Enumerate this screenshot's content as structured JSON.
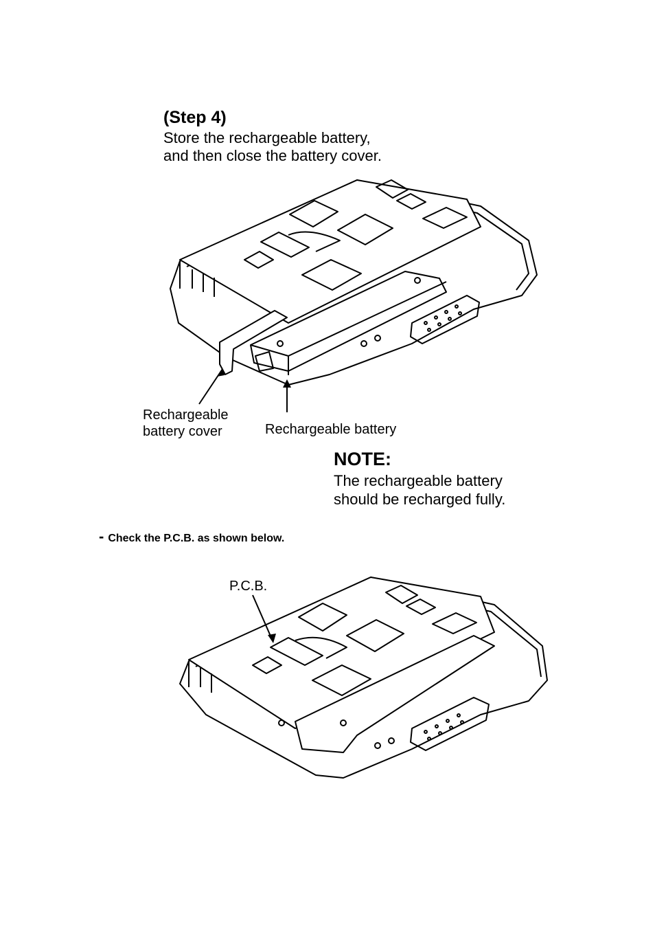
{
  "step": {
    "title": "(Step 4)",
    "line1": "Store the rechargeable battery,",
    "line2": "and then close the battery cover."
  },
  "figure1": {
    "cover_label_line1": "Rechargeable",
    "cover_label_line2": "battery cover",
    "battery_label": "Rechargeable battery"
  },
  "note": {
    "title": "NOTE:",
    "line1": "The rechargeable battery",
    "line2": "should be recharged fully."
  },
  "check": {
    "bullet": "-",
    "text": "Check the P.C.B. as shown below."
  },
  "figure2": {
    "pcb_label": "P.C.B."
  }
}
